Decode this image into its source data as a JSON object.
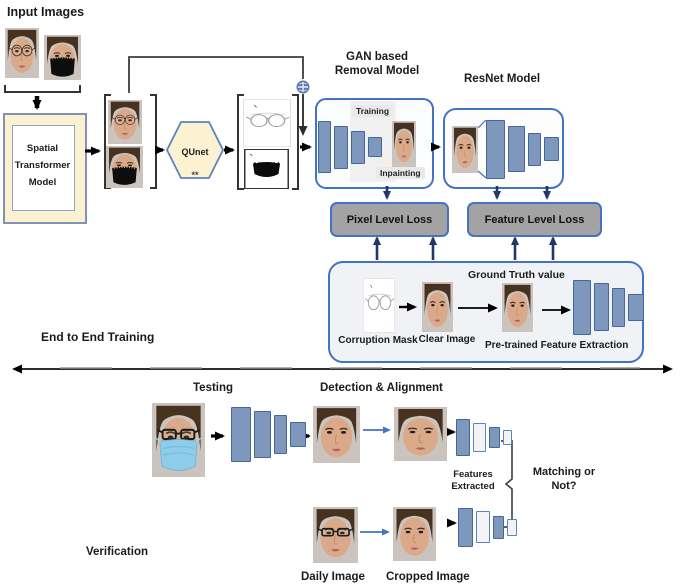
{
  "labels": {
    "input_images": "Input Images",
    "spatial_transformer": "Spatial\nTransformer\nModel",
    "qunet": "QUnet",
    "qunet_sub": "**",
    "gan_title": "GAN based\nRemoval Model",
    "training": "Training",
    "inpainting": "Inpainting",
    "resnet_title": "ResNet Model",
    "pixel_loss": "Pixel Level Loss",
    "feature_loss": "Feature Level Loss",
    "ground_truth": "Ground Truth value",
    "corruption_mask": "Corruption Mask",
    "clear_image": "Clear Image",
    "pretrained_feature": "Pre-trained Feature Extraction",
    "end_to_end": "End to End Training",
    "testing": "Testing",
    "detection_alignment": "Detection & Alignment",
    "features_extracted": "Features\nExtracted",
    "matching": "Matching or\nNot?",
    "daily_image": "Daily Image",
    "cropped_image": "Cropped Image",
    "verification": "Verification"
  },
  "icons": {
    "plus_circle": "⊕"
  },
  "colors": {
    "ink": "#1b1b1b",
    "bar_fill": "#7d98bc",
    "bar_border": "#44689e",
    "panel_border": "#4472c4",
    "panel_fill": "#f0f2f6",
    "cream_fill": "#fcf2d2",
    "cream_border": "#7f93b5",
    "loss_fill": "#a3a3a3",
    "navy": "#1f3864",
    "arrow_blue": "#4472c4"
  }
}
